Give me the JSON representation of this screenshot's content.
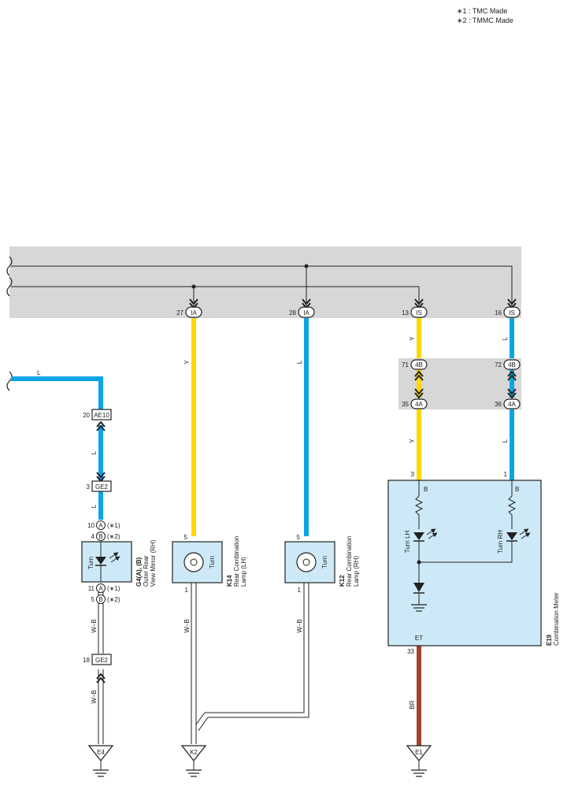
{
  "legend": {
    "note1": "∗1 : TMC Made",
    "note2": "∗2 : TMMC Made"
  },
  "colors": {
    "band": "#d7d7d7",
    "component_fill": "#cde9f7",
    "wire_L": "#0aa5e6",
    "wire_Y": "#ffd800",
    "wire_BR": "#a0442d",
    "wire_WB": "#ffffff",
    "outline": "#222222"
  },
  "connectors": {
    "ia27": {
      "pin": "27",
      "code": "IA"
    },
    "ia28": {
      "pin": "28",
      "code": "IA"
    },
    "is13": {
      "pin": "13",
      "code": "IS"
    },
    "is16": {
      "pin": "16",
      "code": "IS"
    },
    "c71": {
      "pin": "71",
      "code": "4B"
    },
    "c72": {
      "pin": "72",
      "code": "4B"
    },
    "c35": {
      "pin": "35",
      "code": "4A"
    },
    "c36": {
      "pin": "36",
      "code": "4A"
    },
    "ae10": {
      "pin": "20",
      "code": "AE10"
    },
    "ge2a": {
      "pin": "3",
      "code": "GE2"
    },
    "ge2b": {
      "pin": "18",
      "code": "GE2"
    }
  },
  "wire_labels": {
    "top_left_L": "L",
    "ia27_Y": "Y",
    "ia28_L": "L",
    "is13_Y": "Y",
    "is16_L": "L",
    "c35_Y": "Y",
    "c36_L": "L",
    "ae10_L": "L",
    "ge2_L": "L",
    "g4_WB": "W–B",
    "g4_WB2": "W–B",
    "k14_WB": "W–B",
    "k12_WB": "W–B",
    "e19_BR": "BR"
  },
  "mirror": {
    "code": "G4(A), (B)",
    "name_line1": "Outer Rear",
    "name_line2": "View Mirror (RH)",
    "element": "Turn",
    "pin_a_top": "10",
    "pin_b_top": "4",
    "pin_a_bot": "11",
    "pin_b_bot": "5",
    "circ_a": "A",
    "circ_b": "B",
    "note1": "(∗1)",
    "note2": "(∗2)"
  },
  "k14": {
    "code": "K14",
    "name_line1": "Rear Combination",
    "name_line2": "Lamp (LH)",
    "element": "Turn",
    "pin_top": "5",
    "pin_bot": "1"
  },
  "k12": {
    "code": "K12",
    "name_line1": "Rear Combination",
    "name_line2": "Lamp (RH)",
    "element": "Turn",
    "pin_top": "5",
    "pin_bot": "1"
  },
  "meter": {
    "code": "E19",
    "name": "Combination Meter",
    "pin_lh": "3",
    "pin_rh": "1",
    "pin_et": "33",
    "term_b1": "B",
    "term_b2": "B",
    "term_et": "ET",
    "turn_lh": "Turn LH",
    "turn_rh": "Turn RH"
  },
  "grounds": {
    "e4": "E4",
    "k2": "K2",
    "e1": "E1"
  }
}
